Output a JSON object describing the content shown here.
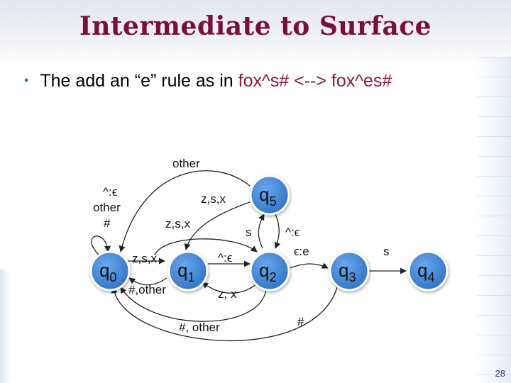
{
  "slide": {
    "title": "Intermediate to Surface",
    "bullet": {
      "text": "The add an “e” rule as in ",
      "example_a": "fox^s#",
      "arrow": "<-->",
      "example_b": "fox^es#"
    },
    "page_number": "28"
  },
  "diagram": {
    "states": [
      {
        "id": "q0",
        "label": "q",
        "sub": "0"
      },
      {
        "id": "q1",
        "label": "q",
        "sub": "1"
      },
      {
        "id": "q2",
        "label": "q",
        "sub": "2"
      },
      {
        "id": "q3",
        "label": "q",
        "sub": "3"
      },
      {
        "id": "q4",
        "label": "q",
        "sub": "4"
      },
      {
        "id": "q5",
        "label": "q",
        "sub": "5"
      }
    ],
    "edge_labels": {
      "top_other": "other",
      "q5_to_q0": "z,s,x",
      "q0_self_1": "^:ϵ",
      "q0_self_2": "other",
      "q0_self_3": "#",
      "q1_to_q1": "z,s,x",
      "q0_to_q1": "z,s,x",
      "q1_to_q0": "#,other",
      "q1_to_q2": "^:ϵ",
      "q2_to_q0": "z, x",
      "q2_to_q5": "s",
      "q5_to_q2": "^:ϵ",
      "q2_to_q3": "ϵ:e",
      "q3_to_q4": "s",
      "bottom_other": "#, other",
      "bottom_hash": "#"
    },
    "colors": {
      "state_fill": "#3f86d8",
      "state_stroke": "#ffffff",
      "title": "#7a0f3a",
      "highlight": "#8a1a3c",
      "bullet": "#2f6fb3"
    }
  }
}
